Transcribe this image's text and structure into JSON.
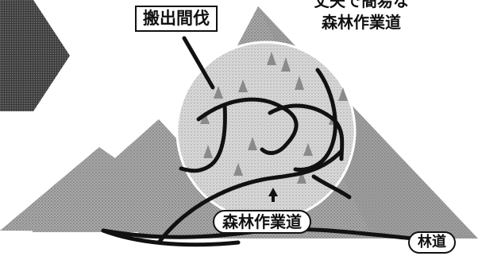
{
  "labels": {
    "selective_logging": "搬出間伐",
    "title_line1": "丈夫で簡易な",
    "title_line2": "森林作業道",
    "strip_road": "森林作業道",
    "forest_road": "林道"
  },
  "colors": {
    "mountain_fill": "#9a9a9a",
    "mountain_dark": "#6f6f6f",
    "circle_fill": "#cfcfcf",
    "road_stroke": "#111111",
    "tree_fill": "#8a8a8a"
  }
}
